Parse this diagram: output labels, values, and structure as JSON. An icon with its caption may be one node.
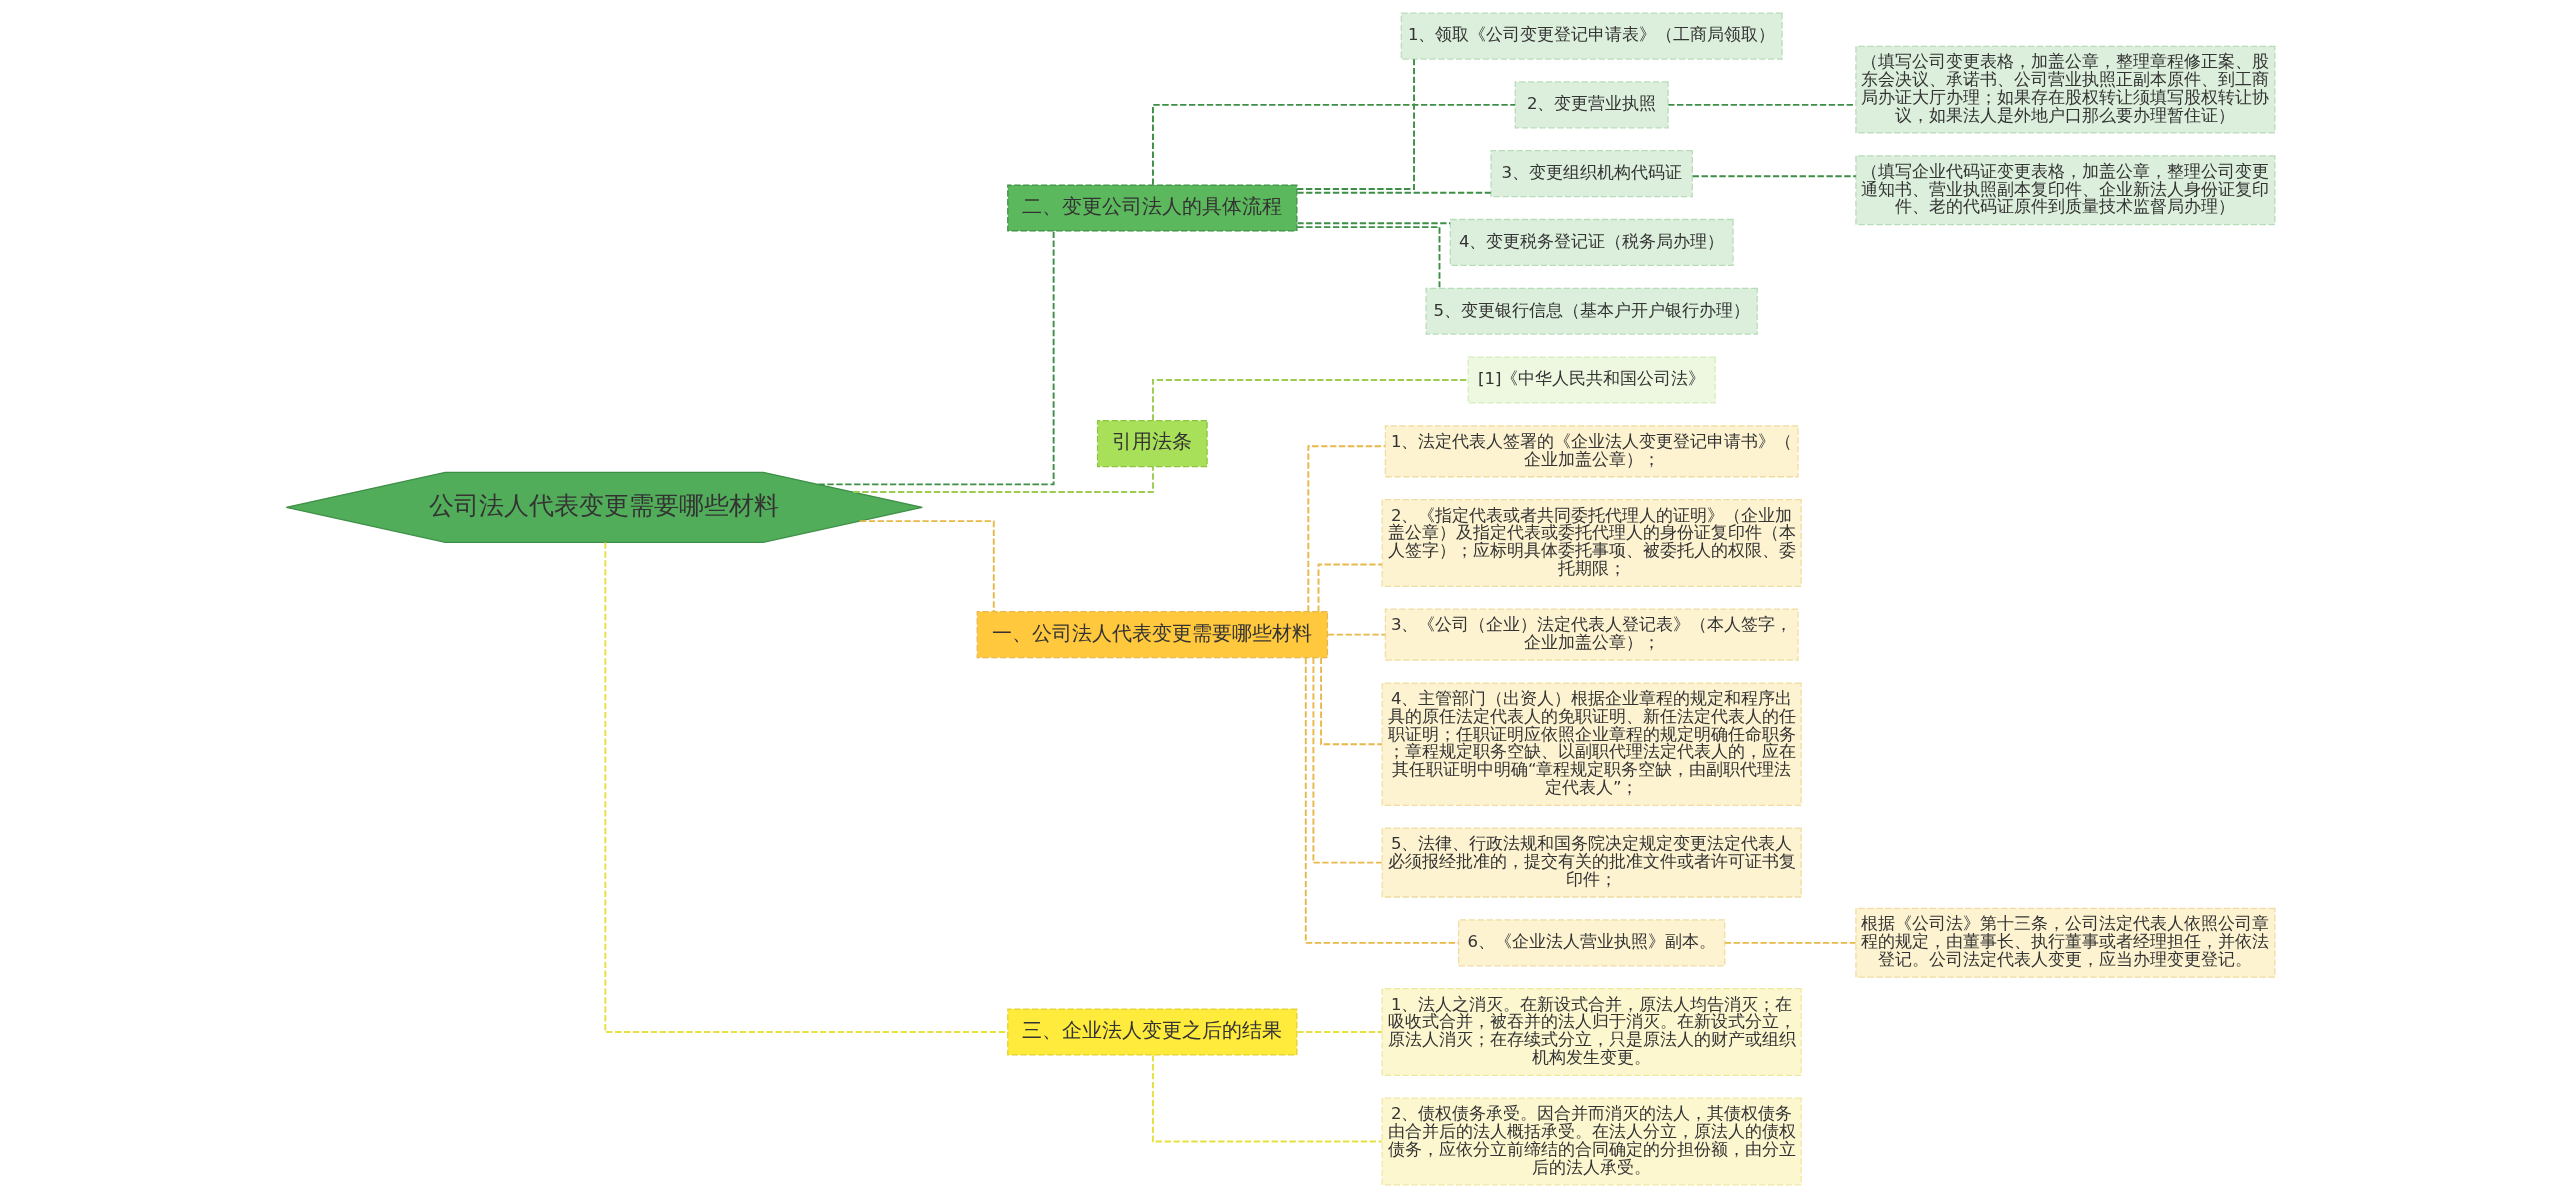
{
  "diagram": {
    "nodes": [
      {
        "text": [
          "公司法人代表变更需要哪些材料"
        ]
      },
      {
        "text": [
          "二、变更公司法人的具体流程"
        ]
      },
      {
        "text": [
          "1、领取《公司变更登记申请表》（工商局领取）"
        ]
      },
      {
        "text": [
          "2、变更营业执照"
        ]
      },
      {
        "text": [
          "（填写公司变更表格，加盖公章，整理章程修正案、股东会决议、承诺书、公司营业执照正副本原件、到工商局办证大厅办理；如果存在股权转让须填写股权转让协议，如果法人是外地户口那么要办理暂住证）"
        ]
      },
      {
        "text": [
          "3、变更组织机构代码证"
        ]
      },
      {
        "text": [
          "（填写企业代码证变更表格，加盖公章，整理公司变更通知书、营业执照副本复印件、企业新法人身份证复印件、老的代码证原件到质量技术监督局办理）"
        ]
      },
      {
        "text": [
          "4、变更税务登记证（税务局办理）"
        ]
      },
      {
        "text": [
          "5、变更银行信息（基本户开户银行办理）"
        ]
      },
      {
        "text": [
          "引用法条"
        ]
      },
      {
        "text": [
          "[1]《中华人民共和国公司法》"
        ]
      },
      {
        "text": [
          "一、公司法人代表变更需要哪些材料"
        ]
      },
      {
        "text": [
          "1、法定代表人签署的《企业法人变更登记申请书》（企业加盖公章）；"
        ]
      },
      {
        "text": [
          "2、《指定代表或者共同委托代理人的证明》（企业加盖公章）及指定代表或委托代理人的身份证复印件（本人签字）；应标明具体委托事项、被委托人的权限、委托期限；"
        ]
      },
      {
        "text": [
          "3、《公司（企业）法定代表人登记表》（本人签字，企业加盖公章）；"
        ]
      },
      {
        "text": [
          "4、主管部门（出资人）根据企业章程的规定和程序出具的原任法定代表人的免职证明、新任法定代表人的任职证明；任职证明应依照企业章程的规定明确任命职务；章程规定职务空缺、以副职代理法定代表人的，应在其任职证明中明确“章程规定职务空缺，由副职代理法定代表人”；"
        ]
      },
      {
        "text": [
          "5、法律、行政法规和国务院决定规定变更法定代表人必须报经批准的，提交有关的批准文件或者许可证书复印件；"
        ]
      },
      {
        "text": [
          "6、《企业法人营业执照》副本。"
        ]
      },
      {
        "text": [
          "根据《公司法》第十三条，公司法定代表人依照公司章程的规定，由董事长、执行董事或者经理担任，并依法登记。公司法定代表人变更，应当办理变更登记。"
        ]
      },
      {
        "text": [
          "三、企业法人变更之后的结果"
        ]
      },
      {
        "text": [
          "1、法人之消灭。在新设式合并，原法人均告消灭；在吸收式合并，被吞并的法人归于消灭。在新设式分立，原法人消灭；在存续式分立，只是原法人的财产或组织机构发生变更。"
        ]
      },
      {
        "text": [
          "2、债权债务承受。因合并而消灭的法人，其债权债务由合并后的法人概括承受。在法人分立，原法人的债权债务，应依分立前缔结的合同确定的分担份额，由分立后的法人承受。"
        ]
      }
    ],
    "edges": [
      {
        "from": 0,
        "to": 1,
        "arrow": "none",
        "style": "dashed",
        "color": "#3d8f45"
      },
      {
        "from": 1,
        "to": 2,
        "arrow": "none",
        "style": "dashed",
        "color": "#3d8f45"
      },
      {
        "from": 1,
        "to": 3,
        "arrow": "none",
        "style": "dashed",
        "color": "#3d8f45"
      },
      {
        "from": 3,
        "to": 4,
        "arrow": "none",
        "style": "dashed",
        "color": "#3d8f45"
      },
      {
        "from": 1,
        "to": 5,
        "arrow": "none",
        "style": "dashed",
        "color": "#3d8f45"
      },
      {
        "from": 5,
        "to": 6,
        "arrow": "none",
        "style": "dashed",
        "color": "#3d8f45"
      },
      {
        "from": 1,
        "to": 7,
        "arrow": "none",
        "style": "dashed",
        "color": "#3d8f45"
      },
      {
        "from": 1,
        "to": 8,
        "arrow": "none",
        "style": "dashed",
        "color": "#3d8f45"
      },
      {
        "from": 0,
        "to": 9,
        "arrow": "none",
        "style": "dashed",
        "color": "#9ccc50"
      },
      {
        "from": 9,
        "to": 10,
        "arrow": "none",
        "style": "dashed",
        "color": "#9ccc50"
      },
      {
        "from": 0,
        "to": 11,
        "arrow": "none",
        "style": "dashed",
        "color": "#e8b84a"
      },
      {
        "from": 11,
        "to": 12,
        "arrow": "none",
        "style": "dashed",
        "color": "#e8b84a"
      },
      {
        "from": 11,
        "to": 13,
        "arrow": "none",
        "style": "dashed",
        "color": "#e8b84a"
      },
      {
        "from": 11,
        "to": 14,
        "arrow": "none",
        "style": "dashed",
        "color": "#e8b84a"
      },
      {
        "from": 11,
        "to": 15,
        "arrow": "none",
        "style": "dashed",
        "color": "#e8b84a"
      },
      {
        "from": 11,
        "to": 16,
        "arrow": "none",
        "style": "dashed",
        "color": "#e8b84a"
      },
      {
        "from": 11,
        "to": 17,
        "arrow": "none",
        "style": "dashed",
        "color": "#e8b84a"
      },
      {
        "from": 17,
        "to": 18,
        "arrow": "none",
        "style": "dashed",
        "color": "#e8b84a"
      },
      {
        "from": 0,
        "to": 19,
        "arrow": "none",
        "style": "dashed",
        "color": "#e6e040"
      },
      {
        "from": 19,
        "to": 20,
        "arrow": "none",
        "style": "dashed",
        "color": "#e6e040"
      },
      {
        "from": 19,
        "to": 21,
        "arrow": "none",
        "style": "dashed",
        "color": "#e6e040"
      }
    ]
  }
}
